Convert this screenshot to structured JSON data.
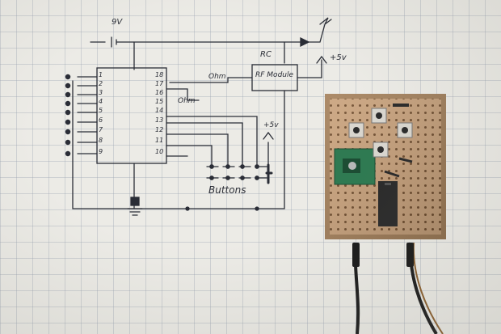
{
  "scene": {
    "kind": "photo",
    "background": "graph-paper",
    "colors": {
      "ink": "#2a2d36",
      "paper": "#ecebe6",
      "grid": "#9aa3b0",
      "board": "#c9a17a",
      "board_edge": "#a37e58",
      "module": "#2f7a52",
      "ic": "#2b2b2b",
      "button": "#d9d6cf",
      "wire_black": "#1c1c1c",
      "wire_red": "#8a5f2f"
    }
  },
  "schematic": {
    "labels": {
      "battery": "9V",
      "regulator": "RC",
      "rf_module": "RF Module",
      "plus_supply_top": "+5v",
      "plus_supply_side": "+5v",
      "buttons": "Buttons",
      "resistor_top": "Ohm",
      "resistor_side": "Ohm"
    },
    "pin_numbers_left": [
      "1",
      "2",
      "3",
      "4",
      "5",
      "6",
      "7",
      "8",
      "9"
    ],
    "pin_numbers_right": [
      "18",
      "17",
      "16",
      "15",
      "14",
      "13",
      "12",
      "11",
      "10"
    ]
  }
}
